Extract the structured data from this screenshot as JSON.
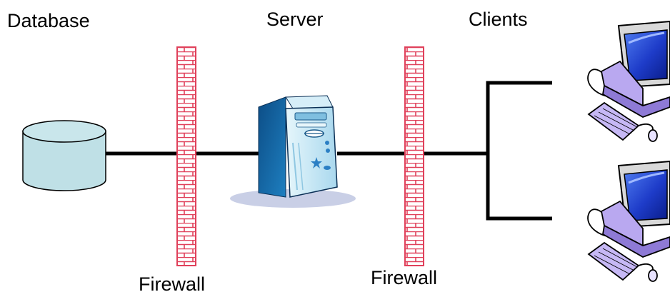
{
  "labels": {
    "database": "Database",
    "server": "Server",
    "clients": "Clients",
    "firewall_left": "Firewall",
    "firewall_right": "Firewall"
  },
  "icons": {
    "database": "database-cylinder-icon",
    "server": "server-tower-icon",
    "firewall": "brick-wall-icon",
    "client": "desktop-computer-icon"
  },
  "colors": {
    "database_fill": "#bfe0e6",
    "brick": "#e0405a",
    "server_body": "#bde3f2",
    "monitor_screen": "#2a4fd6",
    "keyboard": "#b9a8f0",
    "line": "#000000"
  }
}
